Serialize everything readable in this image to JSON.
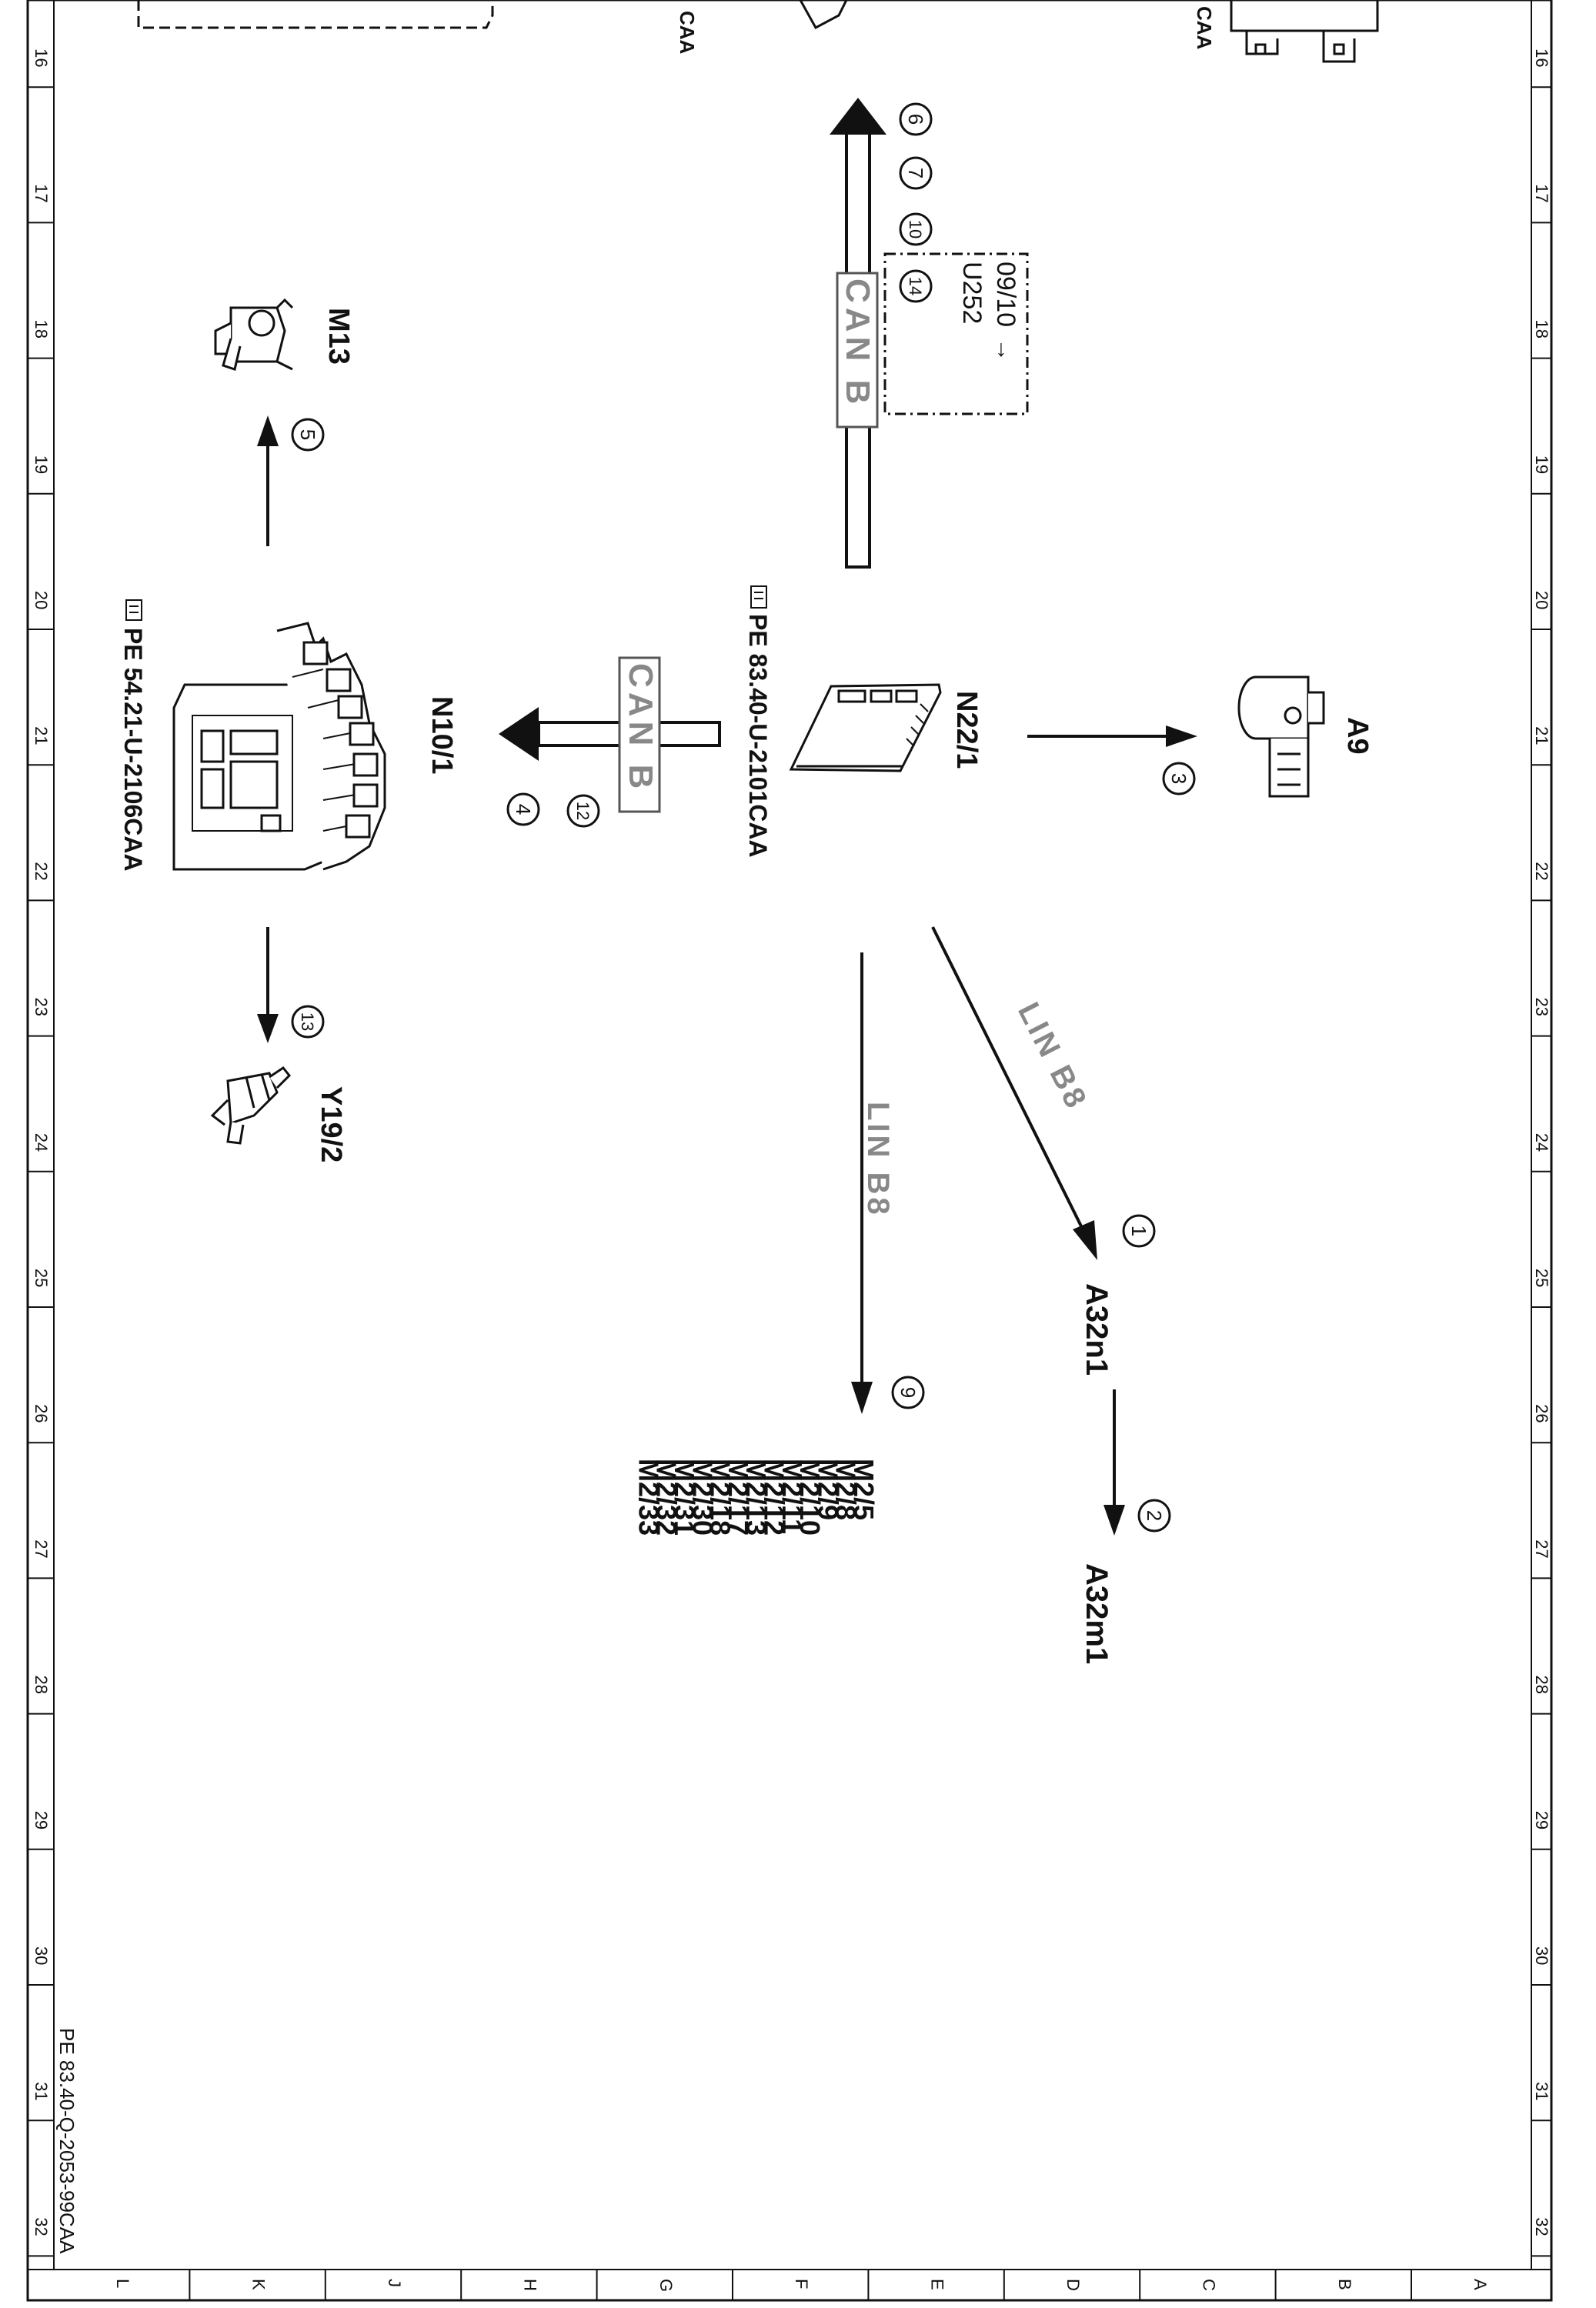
{
  "labels": {
    "n22_1": "N22/1",
    "n10_1": "N10/1",
    "a9": "A9",
    "m13": "M13",
    "y19_2": "Y19/2",
    "a32n1": "A32n1",
    "a32m1": "A32m1",
    "pe_n22": "PE 83.40-U-2101CAA",
    "pe_n10": "PE 54.21-U-2106CAA",
    "can_b_top": "CAN B",
    "can_b_mid": "CAN B",
    "lin_b8_diag": "LIN B8",
    "lin_b8_vert": "LIN B8",
    "u252": "U252",
    "ref_0910": "09/10",
    "footer": "PE 83.40-Q-2053-99CAA",
    "caa_left": "CAA",
    "caa_right": "CAA"
  },
  "circles": {
    "c1": "1",
    "c2": "2",
    "c3": "3",
    "c4": "4",
    "c5": "5",
    "c6": "6",
    "c7": "7",
    "c9": "9",
    "c10": "10",
    "c12": "12",
    "c13": "13",
    "c14": "14"
  },
  "m2_list": [
    "M2/5",
    "M2/8",
    "M2/9",
    "M2/10",
    "M2/11",
    "M2/12",
    "M2/13",
    "M2/17",
    "M2/18",
    "M2/30",
    "M2/31",
    "M2/32",
    "M2/33"
  ],
  "row_numbers": [
    "16",
    "17",
    "18",
    "19",
    "20",
    "21",
    "22",
    "23",
    "24",
    "25",
    "26",
    "27",
    "28",
    "29",
    "30",
    "31",
    "32"
  ],
  "col_letters": [
    "L",
    "K",
    "J",
    "H",
    "G",
    "F",
    "E",
    "D",
    "C",
    "B",
    "A"
  ]
}
